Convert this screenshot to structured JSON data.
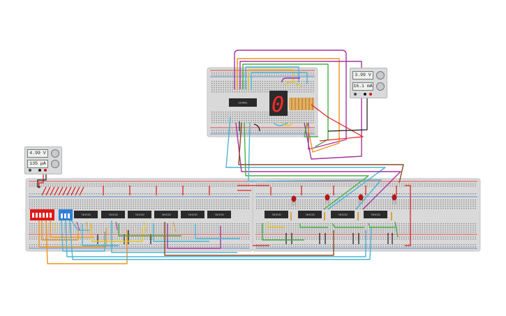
{
  "supply_left": {
    "voltage": "4.99 V",
    "current": "135 μA"
  },
  "supply_right": {
    "voltage": "3.99 V",
    "current": "16.1 mA"
  },
  "chips_bottom_left": [
    "74HC00",
    "74HC00",
    "74HC00",
    "74HC00",
    "74HC00",
    "74HC00"
  ],
  "chips_bottom_right": [
    "74HC00",
    "74HC00",
    "74HC00",
    "74HC00"
  ],
  "chip_top": "CD4511",
  "seven_segment_digit": "0",
  "colors": {
    "breadboard": "#d9d9d9",
    "rail_red": "#e02020",
    "rail_blue": "#3a6fc8",
    "dip_red": "#e01818",
    "dip_blue": "#2f7fd6",
    "led_red": "#b51616",
    "display_red": "#ff2a2a",
    "wire_purple": "#a8329c",
    "wire_orange": "#f0931a",
    "wire_green": "#45b045",
    "wire_cyan": "#4bb3d3",
    "wire_brown": "#8a4a20",
    "wire_yellow": "#e8c21a"
  }
}
